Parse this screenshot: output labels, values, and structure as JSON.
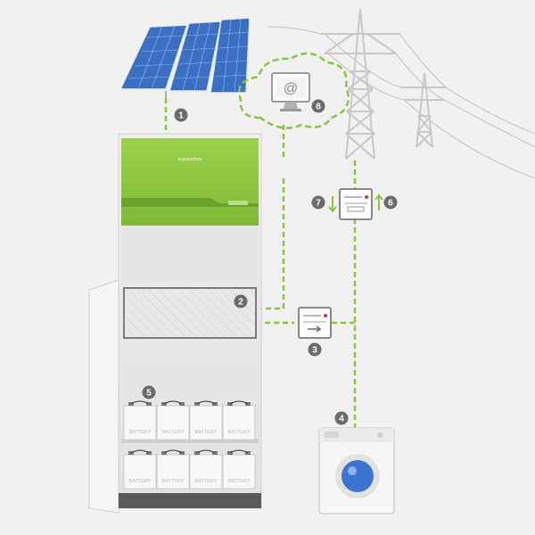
{
  "diagram": {
    "badges": [
      {
        "id": "1",
        "text": "1"
      },
      {
        "id": "2",
        "text": "2"
      },
      {
        "id": "3",
        "text": "3"
      },
      {
        "id": "4",
        "text": "4"
      },
      {
        "id": "5",
        "text": "5"
      },
      {
        "id": "6",
        "text": "6"
      },
      {
        "id": "7",
        "text": "7"
      },
      {
        "id": "8",
        "text": "8"
      }
    ],
    "battery_label": "BATTERY",
    "inverter_brand": "e-powerbox",
    "email_glyph": "@",
    "colors": {
      "accent": "#8cc63f",
      "badge": "#6b6b6b",
      "solar": "#3a6fc4",
      "background": "#f1f1f1",
      "cabinet": "#e9e9e9",
      "washer_door": "#3b74d1"
    }
  }
}
